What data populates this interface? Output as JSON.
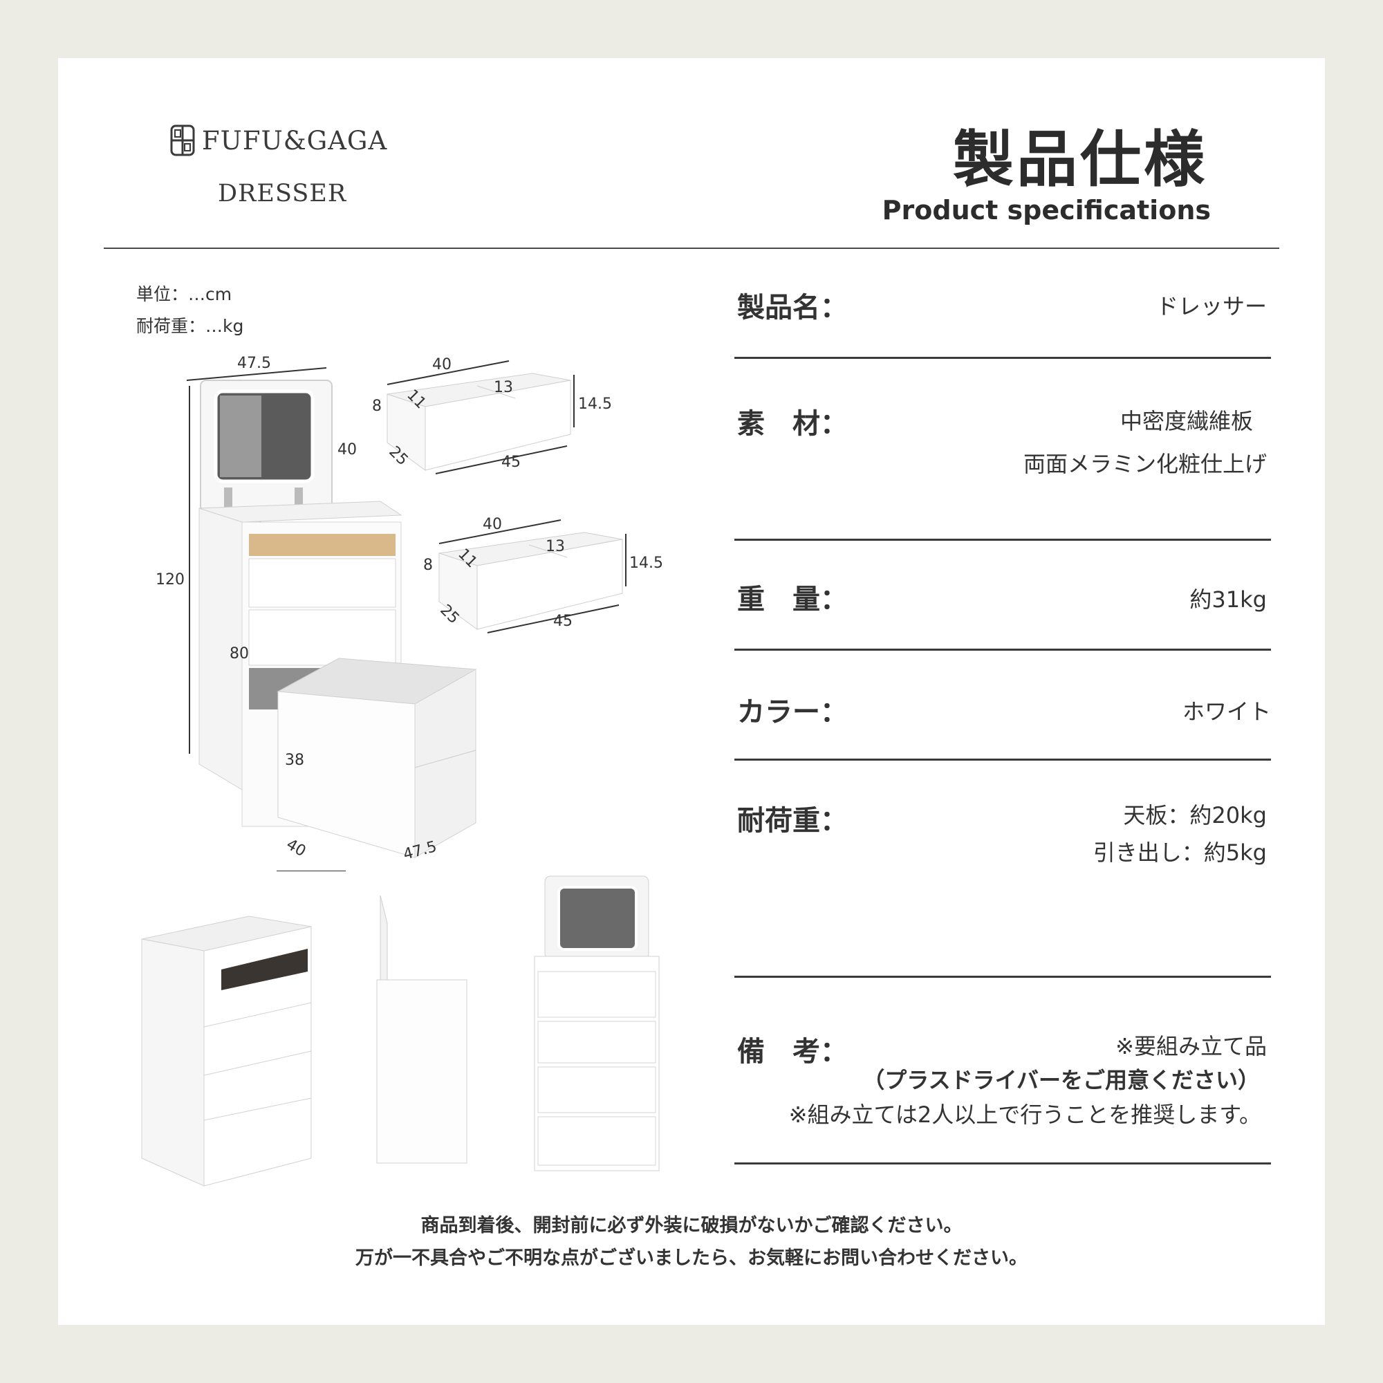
{
  "brand": {
    "name": "FUFU&GAGA",
    "product_type": "DRESSER"
  },
  "title": {
    "jp": "製品仕様",
    "en": "Product specifications"
  },
  "units": {
    "size": "単位：…cm",
    "load": "耐荷重：…kg"
  },
  "dimensions": {
    "dresser_width": "47.5",
    "dresser_height": "120",
    "mirror_height": "40",
    "table_height": "80",
    "stool_height": "38",
    "stool_depth": "40",
    "stool_width": "47.5",
    "drawer1": {
      "width": "40",
      "compartment": "13",
      "divider": "11",
      "side": "8",
      "depth": "25",
      "length": "45",
      "height": "14.5"
    },
    "drawer2": {
      "width": "40",
      "compartment": "13",
      "divider": "11",
      "side": "8",
      "depth": "25",
      "length": "45",
      "height": "14.5"
    }
  },
  "specs": {
    "name": {
      "label": "製品名：",
      "value": "ドレッサー"
    },
    "material": {
      "label": "素　材：",
      "value1": "中密度繊維板",
      "value2": "両面メラミン化粧仕上げ"
    },
    "weight": {
      "label": "重　量：",
      "value": "約31kg"
    },
    "color": {
      "label": "カラー：",
      "value": "ホワイト"
    },
    "load": {
      "label": "耐荷重：",
      "value1": "天板：約20kg",
      "value2": "引き出し：約5kg"
    },
    "remarks": {
      "label": "備　考：",
      "value1": "※要組み立て品",
      "value2": "（プラスドライバーをご用意ください）",
      "value3": "※組み立ては2人以上で行うことを推奨します。"
    }
  },
  "notes": {
    "line1": "商品到着後、開封前に必ず外装に破損がないかご確認ください。",
    "line2": "万が一不具合やご不明な点がございましたら、お気軽にお問い合わせください。"
  }
}
